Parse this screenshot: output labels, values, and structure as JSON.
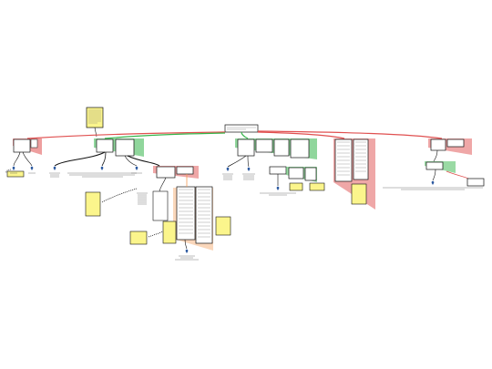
{
  "diagram": {
    "root": {
      "label": ""
    },
    "sections": [
      {
        "id": "a",
        "color": "#e05050"
      },
      {
        "id": "b",
        "color": "#35b54a"
      },
      {
        "id": "c",
        "color": "#35b54a"
      },
      {
        "id": "d",
        "color": "#e05050"
      },
      {
        "id": "e",
        "color": "#e05050"
      },
      {
        "id": "f",
        "color": "#35b54a"
      },
      {
        "id": "g",
        "color": "#f29b55"
      }
    ],
    "nodes": [
      {
        "id": "n-top-note",
        "label": ""
      },
      {
        "id": "n-a1",
        "label": ""
      },
      {
        "id": "n-b1",
        "label": ""
      },
      {
        "id": "n-b2",
        "label": ""
      },
      {
        "id": "n-c1",
        "label": ""
      },
      {
        "id": "n-c2",
        "label": ""
      },
      {
        "id": "n-c3",
        "label": ""
      },
      {
        "id": "n-d1",
        "label": ""
      },
      {
        "id": "n-e1",
        "label": ""
      }
    ],
    "captions": [
      {
        "id": "cap-1",
        "text": ""
      },
      {
        "id": "cap-2",
        "text": ""
      },
      {
        "id": "cap-3",
        "text": ""
      },
      {
        "id": "cap-4",
        "text": ""
      },
      {
        "id": "cap-5",
        "text": ""
      },
      {
        "id": "cap-6",
        "text": ""
      },
      {
        "id": "cap-7",
        "text": ""
      },
      {
        "id": "cap-8",
        "text": ""
      }
    ],
    "icons": [
      "pin-icon",
      "pin-icon",
      "pin-icon",
      "pin-icon",
      "pin-icon",
      "pin-icon",
      "pin-icon",
      "pin-icon",
      "pin-icon",
      "pin-icon"
    ]
  }
}
